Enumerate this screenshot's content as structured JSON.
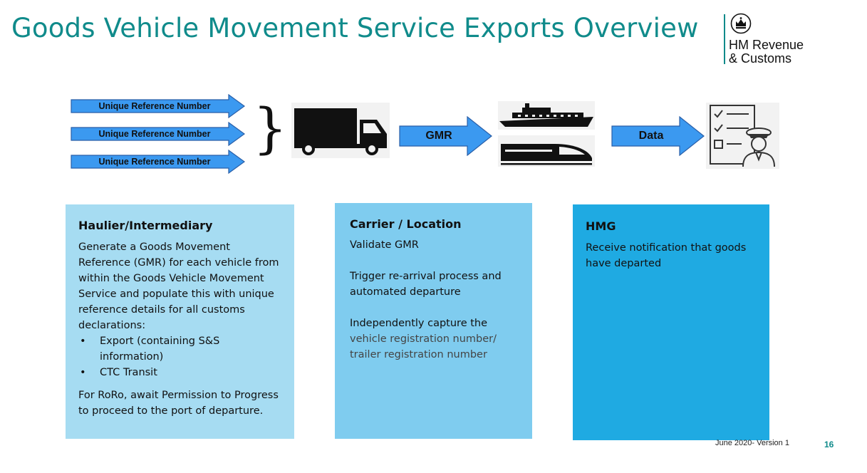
{
  "header": {
    "title": "Goods Vehicle Movement Service Exports Overview",
    "logo_line1": "HM Revenue",
    "logo_line2": "& Customs",
    "logo_icon": "crown-icon"
  },
  "flow": {
    "urn_label": "Unique Reference Number",
    "brace": "}",
    "gmr_label": "GMR",
    "data_label": "Data",
    "icons": [
      "truck-icon",
      "ship-icon",
      "train-icon",
      "checklist-officer-icon"
    ],
    "arrow_color": "#3b99f0"
  },
  "boxes": {
    "haulier": {
      "title": "Haulier/Intermediary",
      "text": "Generate a Goods Movement Reference (GMR) for each vehicle from within the Goods Vehicle Movement Service and populate this with unique reference details for all customs declarations:",
      "bullets": [
        "Export (containing S&S information)",
        "CTC Transit"
      ],
      "footer": "For RoRo, await Permission to Progress to proceed to the port of departure.",
      "color": "#a6dcf2"
    },
    "carrier": {
      "title": "Carrier / Location",
      "line1": "Validate GMR",
      "line2": "Trigger re-arrival process and automated departure",
      "line3a": "Independently capture the",
      "line3b": "vehicle registration number/ trailer registration number",
      "color": "#7fccef"
    },
    "hmg": {
      "title": "HMG",
      "text": "Receive notification that goods have departed",
      "color": "#1faae2"
    }
  },
  "footer": {
    "version": "June 2020- Version 1",
    "page": "16"
  }
}
